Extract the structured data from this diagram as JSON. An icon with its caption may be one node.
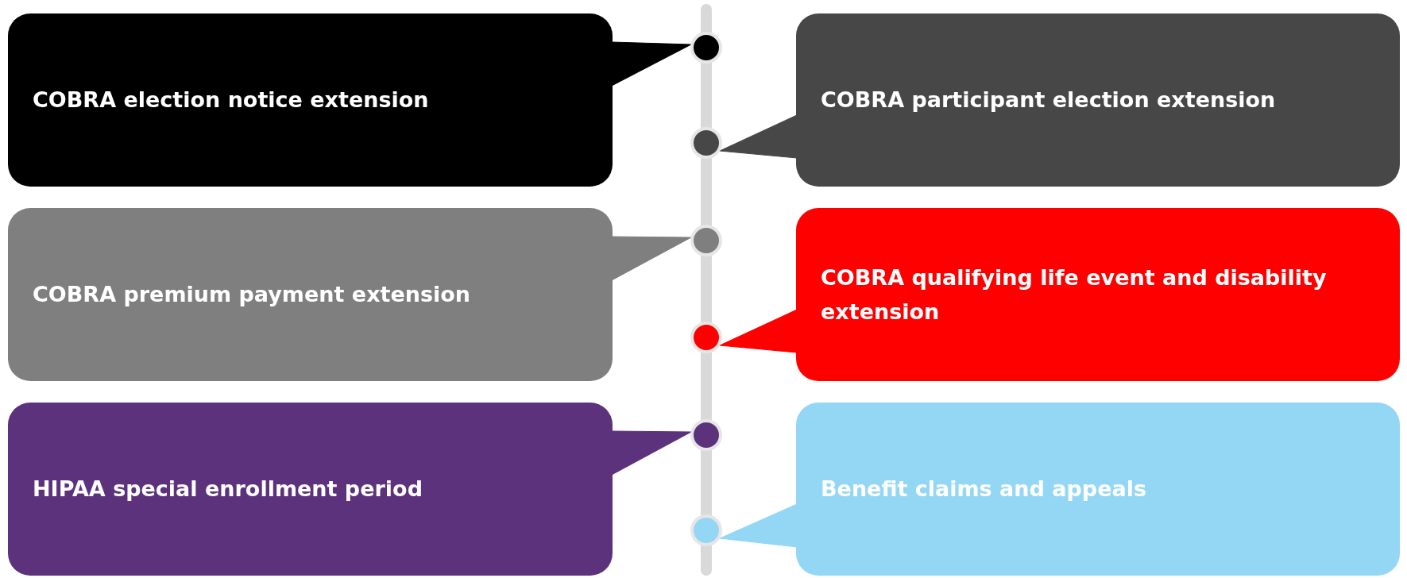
{
  "diagram": {
    "nodes": [
      {
        "text": [
          "COBRA election notice extension"
        ]
      },
      {
        "text": [
          "COBRA participant election extension"
        ]
      },
      {
        "text": [
          "COBRA premium payment extension"
        ]
      },
      {
        "text": [
          "COBRA qualifying life event and disability extension"
        ]
      },
      {
        "text": [
          "HIPAA special enrollment period"
        ]
      },
      {
        "text": [
          "Benefit claims and appeals"
        ]
      },
      {
        "text": [],
        "shape": "circle"
      },
      {
        "text": [],
        "shape": "circle"
      },
      {
        "text": [],
        "shape": "circle"
      },
      {
        "text": [],
        "shape": "circle"
      },
      {
        "text": [],
        "shape": "circle"
      },
      {
        "text": [],
        "shape": "circle"
      },
      {
        "text": [],
        "shape": "bar"
      }
    ],
    "edges": [
      {
        "from": 0,
        "to": 6,
        "arrow": "to",
        "color": "#000000"
      },
      {
        "from": 1,
        "to": 7,
        "arrow": "to",
        "color": "#474747"
      },
      {
        "from": 2,
        "to": 8,
        "arrow": "to",
        "color": "#7f7f7f"
      },
      {
        "from": 3,
        "to": 9,
        "arrow": "to",
        "color": "#ff0000"
      },
      {
        "from": 4,
        "to": 10,
        "arrow": "to",
        "color": "#5c327d"
      },
      {
        "from": 5,
        "to": 11,
        "arrow": "to",
        "color": "#94d7f5"
      }
    ]
  }
}
